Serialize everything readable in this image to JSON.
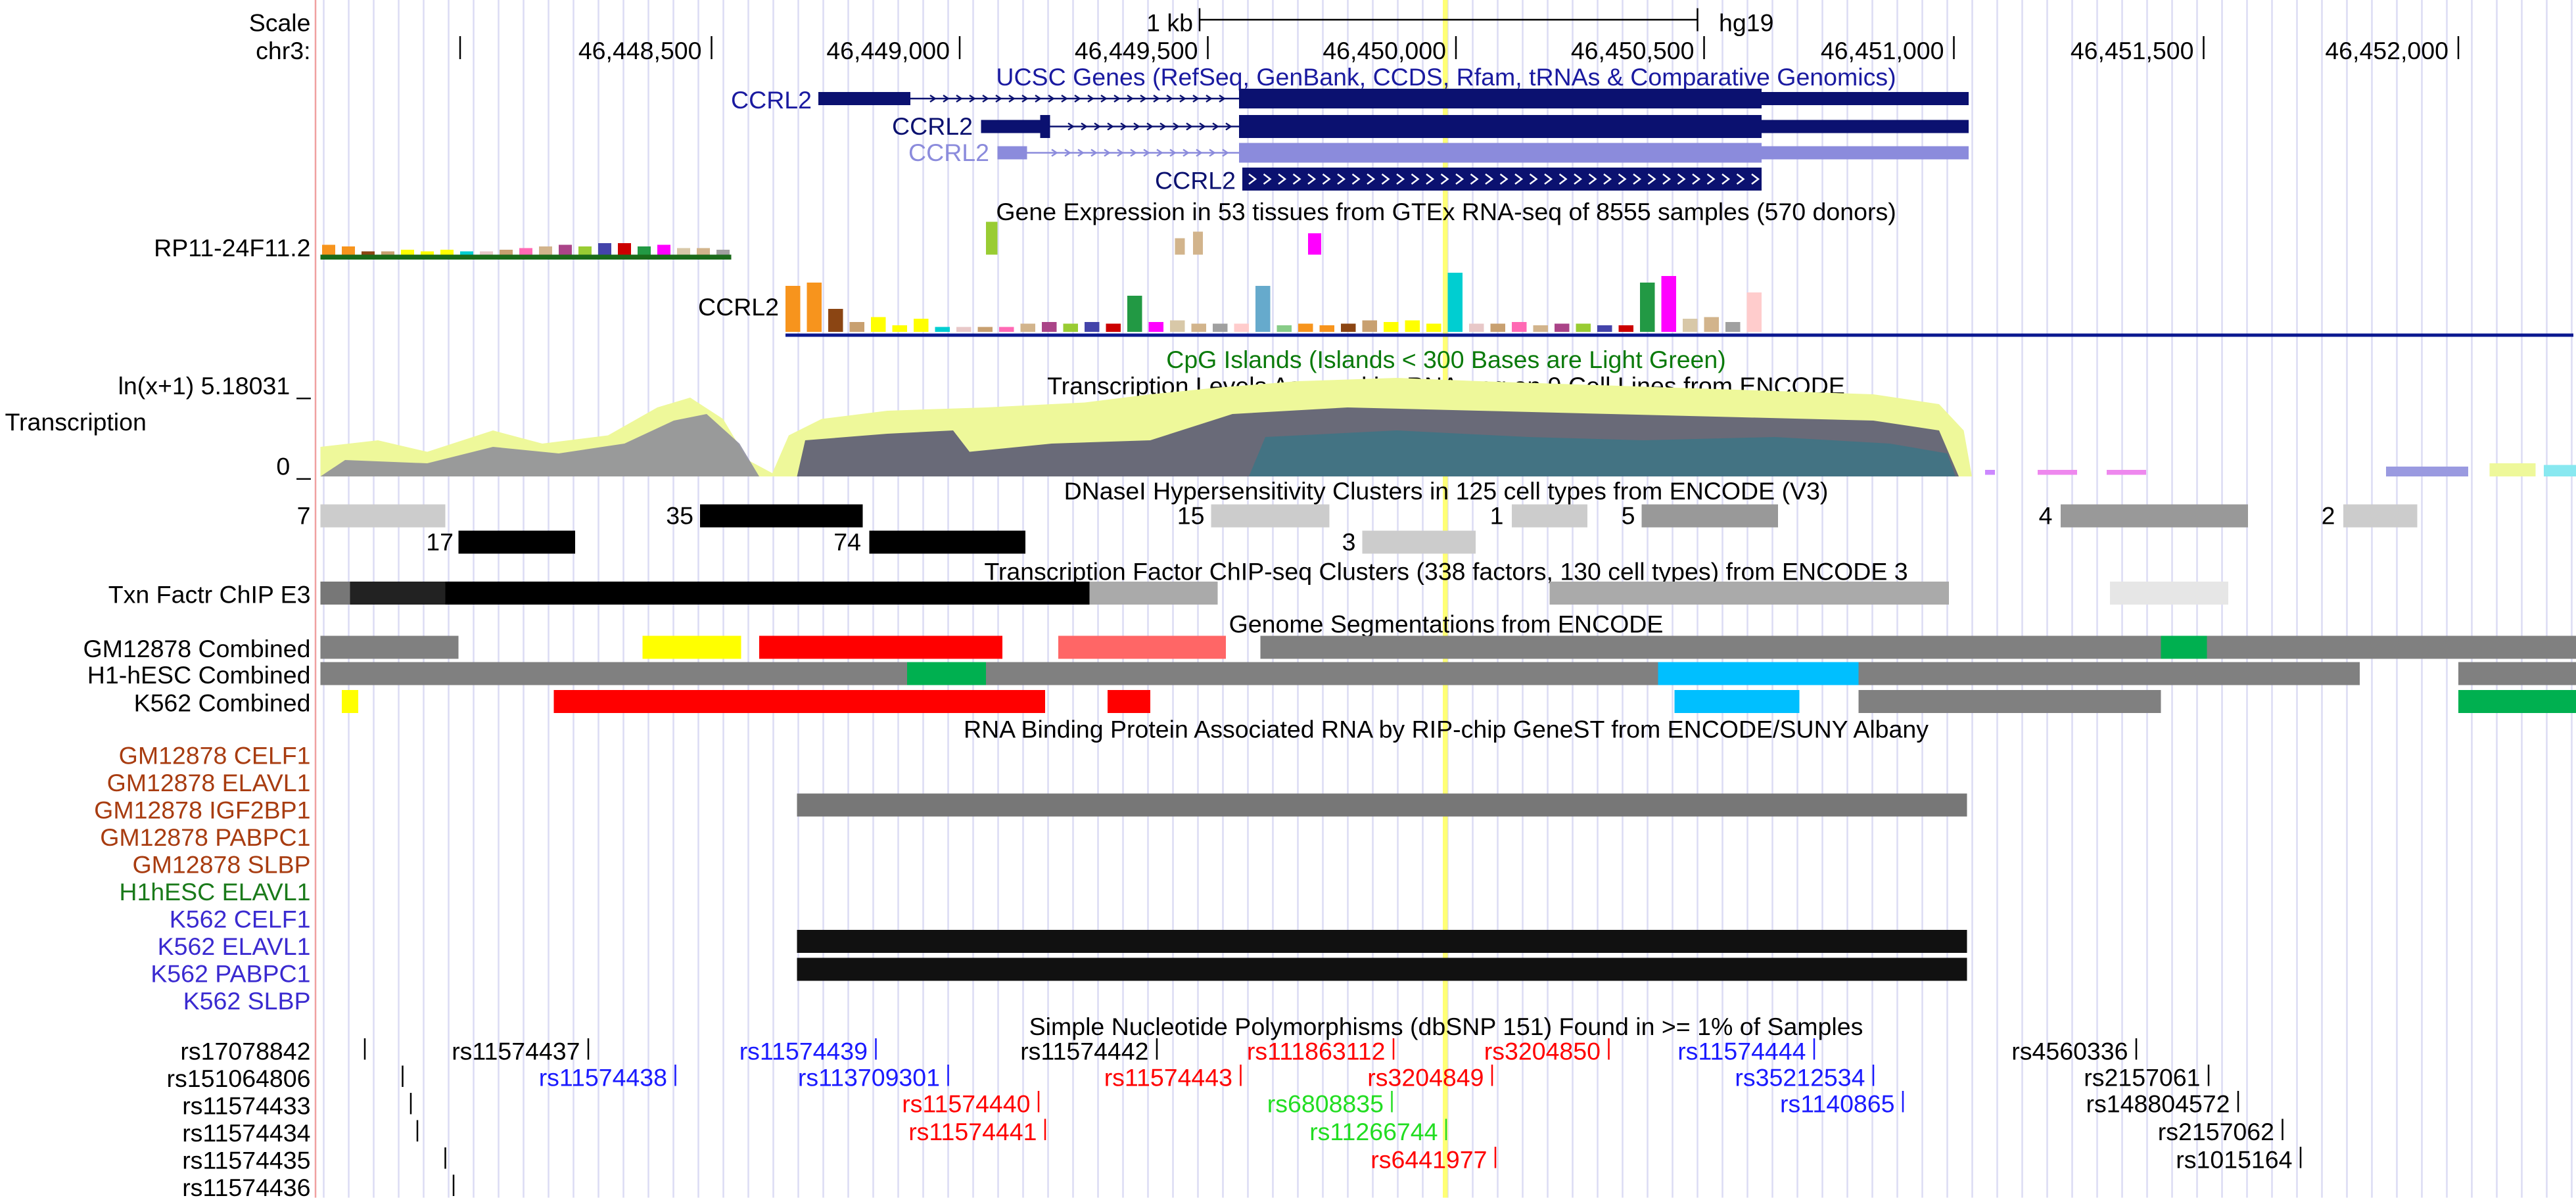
{
  "header": {
    "scale_label": "Scale",
    "scale_bar_label": "1 kb",
    "assembly": "hg19",
    "chrom_label": "chr3:",
    "positions": [
      "46,448,500",
      "46,449,000",
      "46,449,500",
      "46,450,000",
      "46,450,500",
      "46,451,000",
      "46,451,500",
      "46,452,000"
    ]
  },
  "tracks": {
    "ucsc_genes": {
      "title": "UCSC Genes (RefSeq, GenBank, CCDS, Rfam, tRNAs & Comparative Genomics)",
      "labels": [
        "CCRL2",
        "CCRL2",
        "CCRL2",
        "CCRL2"
      ]
    },
    "gtex": {
      "title": "Gene Expression in 53 tissues from GTEx RNA-seq of 8555 samples (570 donors)",
      "gene1": "RP11-24F11.2",
      "gene2": "CCRL2"
    },
    "cpg": {
      "title": "CpG Islands (Islands < 300 Bases are Light Green)"
    },
    "transcription": {
      "title": "Transcription Levels Assayed by RNA-seq on 9 Cell Lines from ENCODE",
      "label": "Transcription",
      "max_label": "ln(x+1) 5.18031 _",
      "zero_label": "0 _"
    },
    "dnase": {
      "title": "DNaseI Hypersensitivity Clusters in 125 cell types from ENCODE (V3)",
      "scores": [
        "7",
        "17",
        "35",
        "74",
        "15",
        "3",
        "1",
        "5",
        "4",
        "2"
      ]
    },
    "tfbs": {
      "title": "Transcription Factor ChIP-seq Clusters (338 factors, 130 cell types) from ENCODE 3",
      "label": "Txn Factr ChIP E3"
    },
    "segmentation": {
      "title": "Genome Segmentations from ENCODE",
      "rows": [
        "GM12878 Combined",
        "H1-hESC Combined",
        "K562 Combined"
      ]
    },
    "rip": {
      "title": "RNA Binding Protein Associated RNA by RIP-chip GeneST from ENCODE/SUNY Albany",
      "rows": [
        "GM12878 CELF1",
        "GM12878 ELAVL1",
        "GM12878 IGF2BP1",
        "GM12878 PABPC1",
        "GM12878 SLBP",
        "H1hESC ELAVL1",
        "K562 CELF1",
        "K562 ELAVL1",
        "K562 PABPC1",
        "K562 SLBP"
      ]
    },
    "snp": {
      "title": "Simple Nucleotide Polymorphisms (dbSNP 151) Found in >= 1% of Samples",
      "left_labels": [
        "rs17078842",
        "rs151064806",
        "rs11574433",
        "rs11574434",
        "rs11574435",
        "rs11574436"
      ],
      "items": [
        "rs11574437",
        "rs11574439",
        "rs11574442",
        "rs111863112",
        "rs3204850",
        "rs11574444",
        "rs4560336",
        "rs11574438",
        "rs113709301",
        "rs11574443",
        "rs3204849",
        "rs35212534",
        "rs2157061",
        "rs11574440",
        "rs6808835",
        "rs1140865",
        "rs148804572",
        "rs11574441",
        "rs11266744",
        "rs2157062",
        "rs6441977",
        "rs1015164"
      ]
    }
  },
  "colors": {
    "gene_dark": "#0b1170",
    "gene_light": "#8b8bdc",
    "gene_text": "#1a1aa0",
    "cpg": "#0a7a0a",
    "gtex_underline": "#0a1890",
    "highlight": "#ffff66",
    "rna_red": "#a83c10",
    "rna_green": "#1a7a1a",
    "rna_blue": "#3a2ad0",
    "snp_blue": "#1a1aff",
    "snp_red": "#ff0000",
    "snp_green": "#22dd22"
  }
}
